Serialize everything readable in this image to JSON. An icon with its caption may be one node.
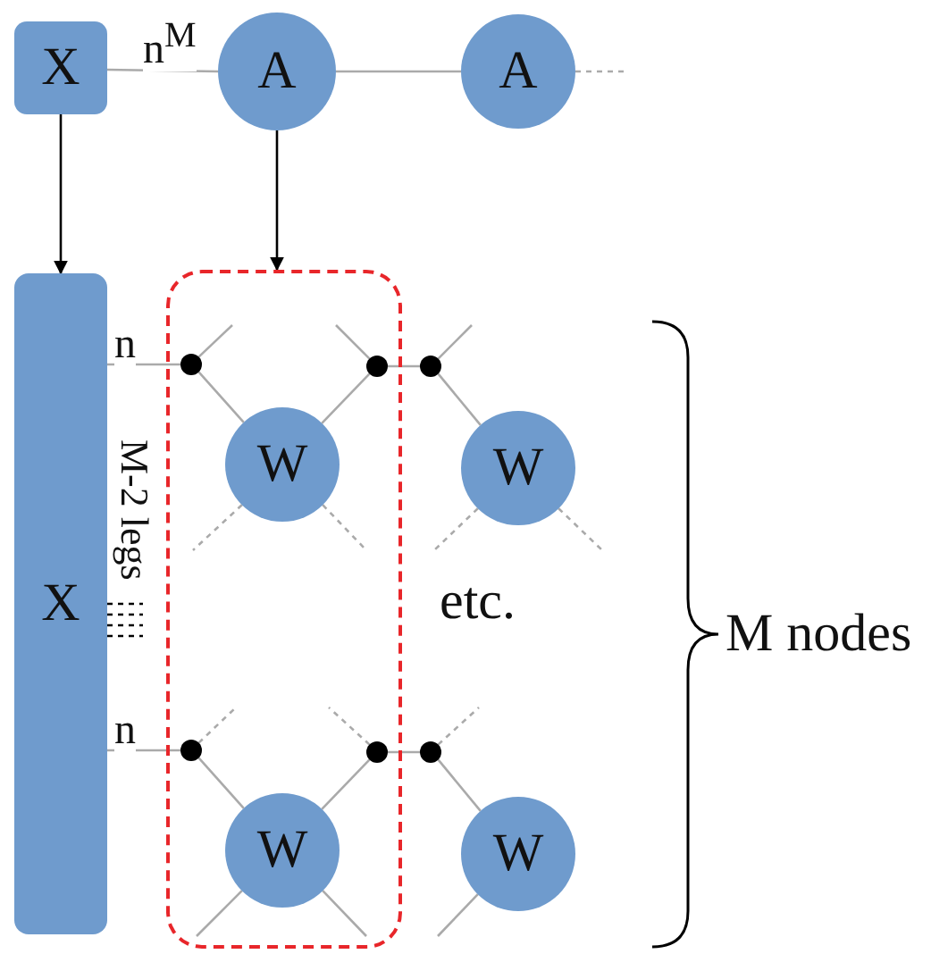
{
  "diagram": {
    "nodes": [
      {
        "text": [
          "X"
        ]
      },
      {
        "text": [
          "A"
        ]
      },
      {
        "text": [
          "A"
        ]
      },
      {
        "text": [
          "X"
        ]
      },
      {
        "text": [],
        "shape": "box"
      },
      {
        "text": [],
        "shape": "circle",
        "in": 4
      },
      {
        "text": [],
        "shape": "circle",
        "in": 4
      },
      {
        "text": [
          "W"
        ],
        "in": 4
      },
      {
        "text": [],
        "shape": "circle"
      },
      {
        "text": [
          "W"
        ]
      },
      {
        "text": [],
        "shape": "circle",
        "in": 4
      },
      {
        "text": [],
        "shape": "circle",
        "in": 4
      },
      {
        "text": [
          "W"
        ],
        "in": 4
      },
      {
        "text": [],
        "shape": "circle"
      },
      {
        "text": [
          "W"
        ]
      }
    ],
    "edges": [
      {
        "from": 0,
        "to": 1,
        "arrow": "none",
        "label": "n$^{M}$"
      },
      {
        "from": 1,
        "to": 2,
        "arrow": "none"
      },
      {
        "from": 2,
        "to": null,
        "arrow": "none",
        "style": "dashed"
      },
      {
        "from": 0,
        "to": 3,
        "arrow": "to",
        "color": "#000000"
      },
      {
        "from": 1,
        "to": 4,
        "arrow": "to",
        "color": "#000000"
      },
      {
        "from": 3,
        "to": 5,
        "arrow": "none",
        "label": "n"
      },
      {
        "from": 5,
        "to": 7,
        "arrow": "none"
      },
      {
        "from": 7,
        "to": 6,
        "arrow": "none"
      },
      {
        "from": 6,
        "to": 8,
        "arrow": "none"
      },
      {
        "from": 8,
        "to": 9,
        "arrow": "none"
      },
      {
        "from": 3,
        "to": 10,
        "arrow": "none",
        "label": "n"
      },
      {
        "from": 10,
        "to": 12,
        "arrow": "none"
      },
      {
        "from": 12,
        "to": 11,
        "arrow": "none"
      },
      {
        "from": 11,
        "to": 13,
        "arrow": "none"
      },
      {
        "from": 13,
        "to": 14,
        "arrow": "none"
      },
      {
        "from": 5,
        "to": null,
        "arrow": "none"
      },
      {
        "from": 6,
        "to": null,
        "arrow": "none"
      },
      {
        "from": 8,
        "to": null,
        "arrow": "none"
      },
      {
        "from": 7,
        "to": null,
        "arrow": "none",
        "style": "dashed"
      },
      {
        "from": 7,
        "to": null,
        "arrow": "none",
        "style": "dashed"
      },
      {
        "from": 9,
        "to": null,
        "arrow": "none",
        "style": "dashed"
      },
      {
        "from": 9,
        "to": null,
        "arrow": "none",
        "style": "dashed"
      },
      {
        "from": 10,
        "to": null,
        "arrow": "none",
        "style": "dashed"
      },
      {
        "from": 11,
        "to": null,
        "arrow": "none",
        "style": "dashed"
      },
      {
        "from": 13,
        "to": null,
        "arrow": "none",
        "style": "dashed"
      },
      {
        "from": 12,
        "to": null,
        "arrow": "none"
      },
      {
        "from": 12,
        "to": null,
        "arrow": "none"
      },
      {
        "from": 14,
        "to": null,
        "arrow": "none"
      },
      {
        "from": 3,
        "to": null,
        "arrow": "none",
        "style": "dashed",
        "color": "#000000"
      },
      {
        "from": 3,
        "to": null,
        "arrow": "none",
        "style": "dashed",
        "color": "#000000"
      },
      {
        "from": 3,
        "to": null,
        "arrow": "none",
        "style": "dashed",
        "color": "#000000"
      },
      {
        "from": 3,
        "to": null,
        "arrow": "none",
        "style": "dashed",
        "color": "#000000"
      }
    ],
    "labels": [
      "M-2 legs",
      "etc.",
      "M nodes"
    ]
  }
}
